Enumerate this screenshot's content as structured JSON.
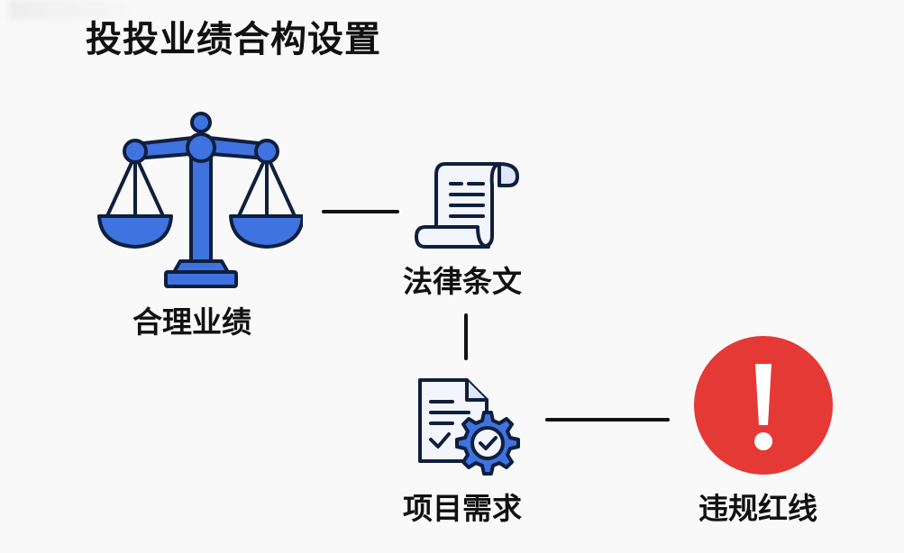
{
  "title": "投投业绩合构设置",
  "colors": {
    "background": "#f9f9f9",
    "icon_blue": "#3f73e0",
    "icon_outline": "#0f1f3d",
    "paper_fill": "#f2f5fb",
    "alert_red": "#e53935",
    "text": "#111111",
    "connector": "#111111"
  },
  "nodes": [
    {
      "id": "reasonable-performance",
      "label": "合理业绩",
      "icon": "scales-of-justice-icon"
    },
    {
      "id": "legal-provisions",
      "label": "法律条文",
      "icon": "scroll-document-icon"
    },
    {
      "id": "project-requirements",
      "label": "项目需求",
      "icon": "document-gear-check-icon"
    },
    {
      "id": "violation-red-line",
      "label": "违规红线",
      "icon": "exclamation-alert-icon"
    }
  ],
  "edges": [
    {
      "from": "reasonable-performance",
      "to": "legal-provisions",
      "orientation": "horizontal"
    },
    {
      "from": "legal-provisions",
      "to": "project-requirements",
      "orientation": "vertical"
    },
    {
      "from": "project-requirements",
      "to": "violation-red-line",
      "orientation": "horizontal"
    }
  ]
}
